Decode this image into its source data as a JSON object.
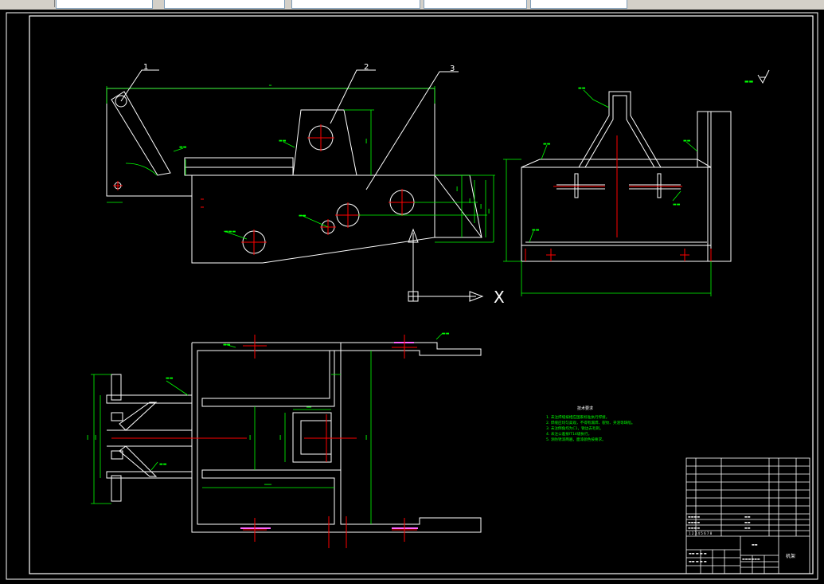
{
  "toolbar": {
    "segments": [
      "",
      "",
      "",
      "",
      ""
    ]
  },
  "drawing": {
    "part_labels": [
      "1",
      "2",
      "3"
    ],
    "ucs": {
      "x_label": "X"
    },
    "tech_notes": {
      "title": "技术要求",
      "lines": [
        "1. 未注焊缝按相应国家标准执行焊接。",
        "2. 焊缝应均匀美观，不得有漏焊、裂纹、夹渣等缺陷。",
        "3. 未注倒角均为C1，锐边去毛刺。",
        "4. 未注公差按IT14级执行。",
        "5. 涂防锈漆两遍，面漆颜色按要求。"
      ]
    },
    "title_block": {
      "name": "机架"
    }
  },
  "colors": {
    "background": "#000000",
    "geometry": "#ffffff",
    "dimension": "#00ff00",
    "centerline": "#ff0000",
    "hidden": "#ff66ff"
  }
}
